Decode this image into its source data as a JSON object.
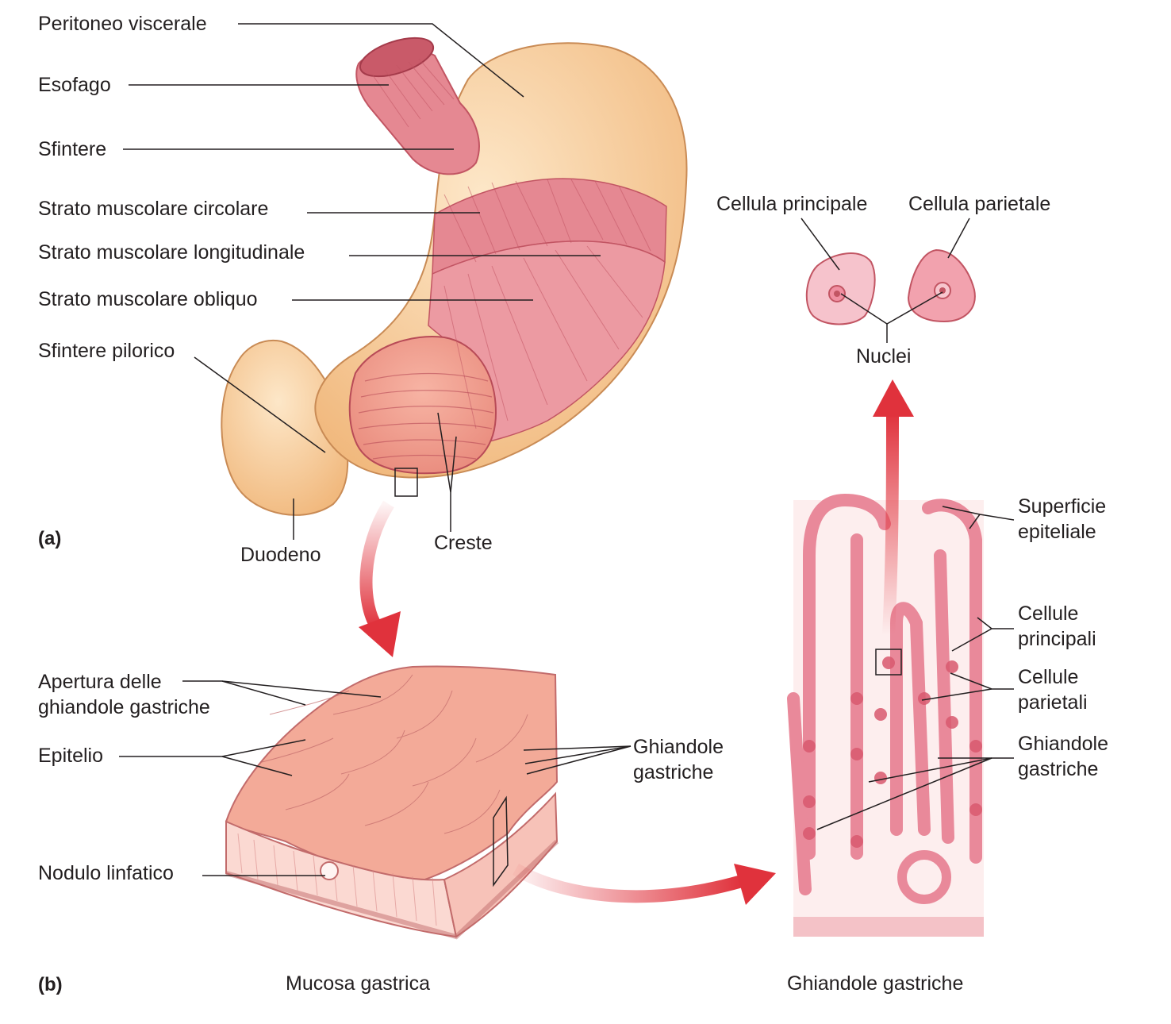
{
  "panels": {
    "a": "(a)",
    "b": "(b)"
  },
  "captions": {
    "mucosa": "Mucosa gastrica",
    "glands": "Ghiandole gastriche"
  },
  "stomach_labels": {
    "peritoneo": "Peritoneo viscerale",
    "esofago": "Esofago",
    "sfintere": "Sfintere",
    "circolare": "Strato muscolare circolare",
    "longitudinale": "Strato muscolare longitudinale",
    "obliquo": "Strato muscolare obliquo",
    "pilorico": "Sfintere pilorico",
    "duodeno": "Duodeno",
    "creste": "Creste"
  },
  "cell_labels": {
    "principale": "Cellula principale",
    "parietale": "Cellula parietale",
    "nuclei": "Nuclei"
  },
  "mucosa_labels": {
    "apertura_1": "Apertura delle",
    "apertura_2": "ghiandole gastriche",
    "epitelio": "Epitelio",
    "nodulo": "Nodulo linfatico",
    "ghiandole_1": "Ghiandole",
    "ghiandole_2": "gastriche"
  },
  "gland_labels": {
    "superficie_1": "Superficie",
    "superficie_2": "epiteliale",
    "principali_1": "Cellule",
    "principali_2": "principali",
    "parietali_1": "Cellule",
    "parietali_2": "parietali",
    "ghiandole_1": "Ghiandole",
    "ghiandole_2": "gastriche"
  },
  "colors": {
    "stomach_skin": "#f6c994",
    "muscle": "#e07a86",
    "mucosa": "#f2a690",
    "gland_tissue": "#fbe3e3",
    "gland_cells": "#e9899a",
    "arrow": "#e0323c",
    "leader": "#231f20"
  }
}
